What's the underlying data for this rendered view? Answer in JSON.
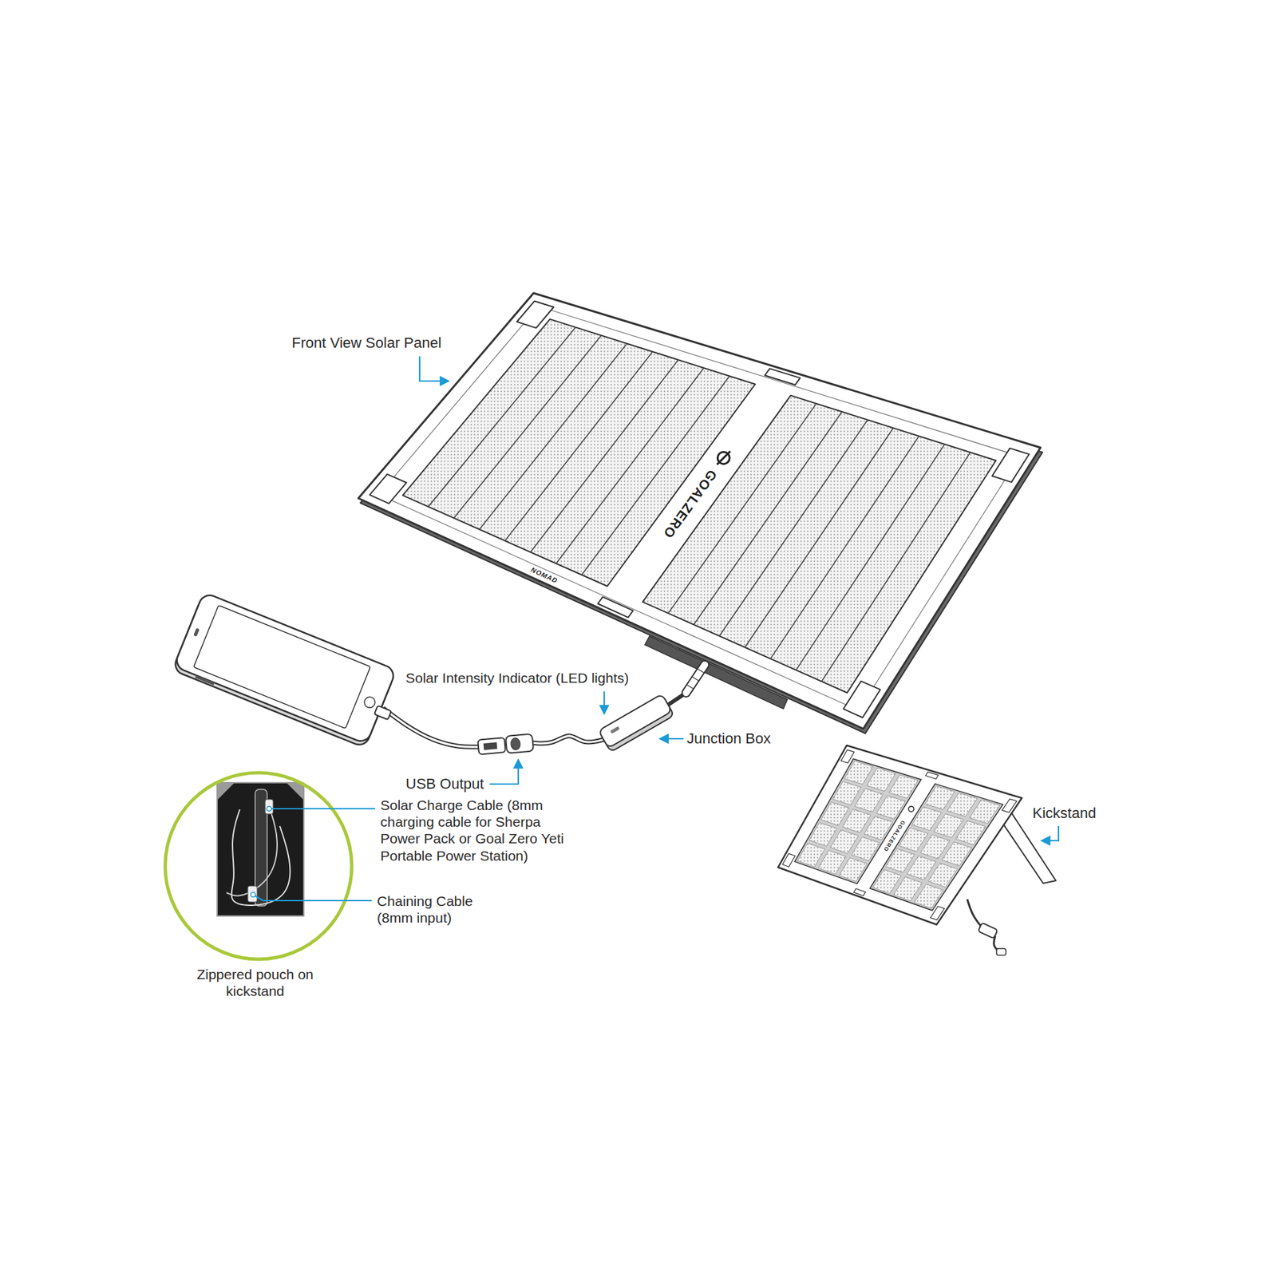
{
  "diagram": {
    "labels": [
      "Front View Solar Panel",
      "Solar Intensity Indicator (LED lights)",
      "Junction Box",
      "USB Output",
      "Solar Charge Cable (8mm charging cable for Sherpa Power Pack or Goal Zero Yeti Portable Power Station)",
      "Chaining Cable (8mm input)",
      "Zippered pouch on kickstand",
      "Kickstand",
      "GOALZERO",
      "NOMAD",
      "GOALZERO"
    ]
  }
}
